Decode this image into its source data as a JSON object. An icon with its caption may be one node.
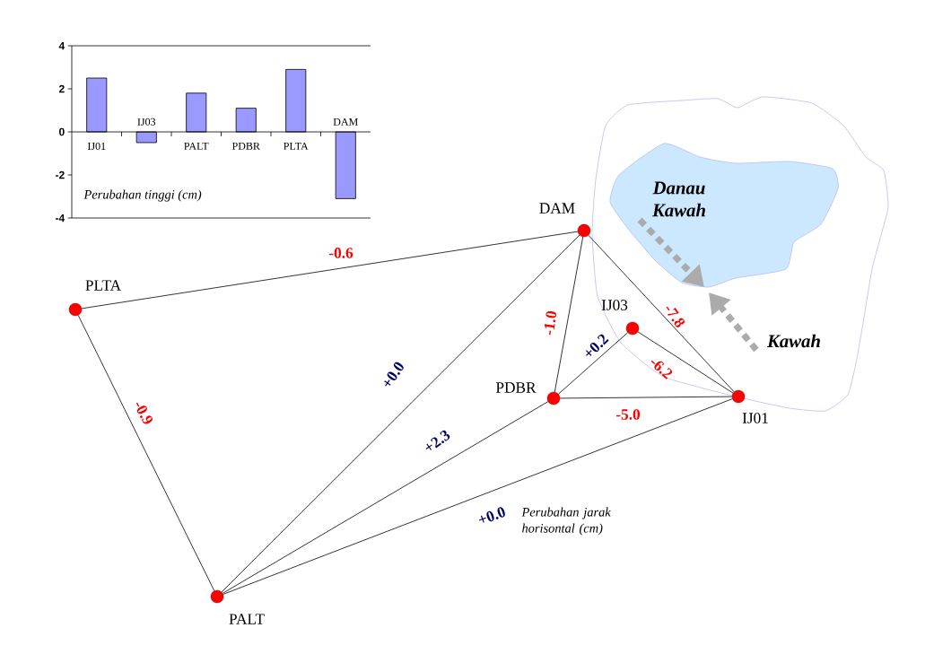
{
  "diagram": {
    "nodes": [
      {
        "text": [
          "Kawah"
        ]
      },
      {
        "text": [
          "Danau Kawah"
        ],
        "in": 0
      },
      {
        "text": [],
        "shape": "circle",
        "beside": [
          "DAM"
        ]
      },
      {
        "text": [],
        "shape": "circle",
        "beside": [
          "PLTA"
        ]
      },
      {
        "text": [],
        "shape": "circle",
        "beside": [
          "IJ03"
        ],
        "in": 0
      },
      {
        "text": [],
        "shape": "circle",
        "beside": [
          "PDBR"
        ]
      },
      {
        "text": [],
        "shape": "circle",
        "beside": [
          "IJ01"
        ],
        "in": 0
      },
      {
        "text": [],
        "shape": "circle",
        "beside": [
          "PALT"
        ]
      }
    ],
    "edges": [
      {
        "from": 3,
        "to": 2,
        "arrow": "none",
        "label": "-0.6"
      },
      {
        "from": 3,
        "to": 7,
        "arrow": "none",
        "label": "-0.9"
      },
      {
        "from": 7,
        "to": 2,
        "arrow": "none",
        "label": "+0.0"
      },
      {
        "from": 7,
        "to": 5,
        "arrow": "none",
        "label": "+2.3"
      },
      {
        "from": 7,
        "to": 6,
        "arrow": "none",
        "label": "+0.0"
      },
      {
        "from": 5,
        "to": 2,
        "arrow": "none",
        "label": "-1.0"
      },
      {
        "from": 5,
        "to": 4,
        "arrow": "none",
        "label": "+0.2"
      },
      {
        "from": 4,
        "to": 6,
        "arrow": "none",
        "label": "-6.2"
      },
      {
        "from": 5,
        "to": 6,
        "arrow": "none",
        "label": "-5.0"
      },
      {
        "from": 2,
        "to": 6,
        "arrow": "none",
        "label": "-7.8"
      }
    ],
    "labels": [
      "Perubahan jarak horisontal (cm)"
    ],
    "chart_data": {
      "type": "bar",
      "title": "Perubahan tinggi (cm)",
      "categories": [
        "IJ01",
        "IJ03",
        "PALT",
        "PDBR",
        "PLTA",
        "DAM"
      ],
      "series": [
        {
          "color": "#9999ff",
          "values": [
            2.5,
            -0.5,
            1.8,
            1.1,
            2.9,
            -3.1
          ]
        }
      ],
      "ylim": [
        -4,
        4
      ],
      "yticks": [
        -4,
        -2,
        0,
        2,
        4
      ]
    }
  }
}
